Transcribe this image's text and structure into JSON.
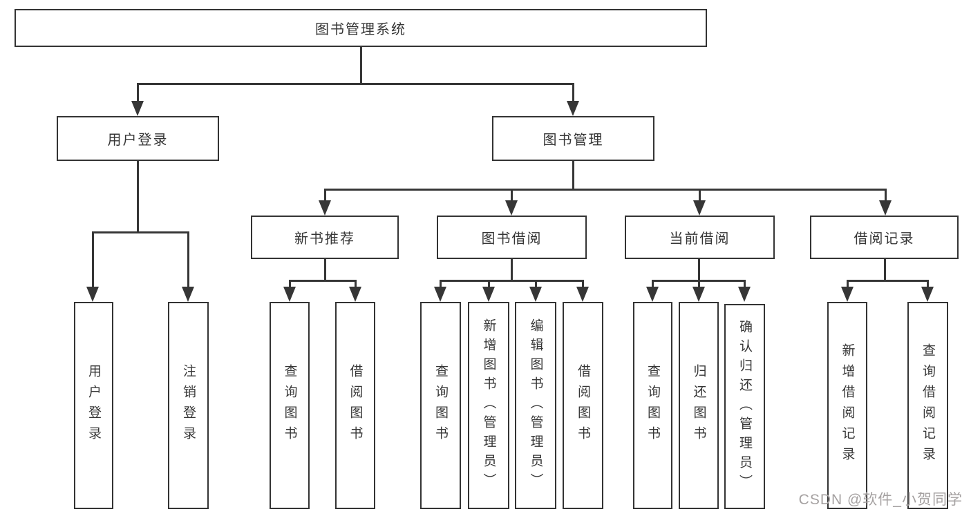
{
  "diagram": {
    "root": "图书管理系统",
    "level2": {
      "user_login": "用户登录",
      "book_mgmt": "图书管理"
    },
    "level3": {
      "new_books": "新书推荐",
      "book_borrow": "图书借阅",
      "current_borrow": "当前借阅",
      "borrow_records": "借阅记录"
    },
    "leaves": {
      "user_login": "用户登录",
      "logout": "注销登录",
      "nb_query_books": "查询图书",
      "nb_borrow_books": "借阅图书",
      "bb_query_books": "查询图书",
      "bb_add_books": "新增图书（管理员）",
      "bb_edit_books": "编辑图书（管理员）",
      "bb_borrow_books": "借阅图书",
      "cb_query_books": "查询图书",
      "cb_return_books": "归还图书",
      "cb_confirm_return": "确认归还（管理员）",
      "br_add_record": "新增借阅记录",
      "br_query_record": "查询借阅记录"
    },
    "watermark": "CSDN @软件_小贺同学"
  },
  "colors": {
    "line": "#363636",
    "text": "#363636",
    "watermark": "#a5a1a1",
    "background": "#ffffff"
  }
}
